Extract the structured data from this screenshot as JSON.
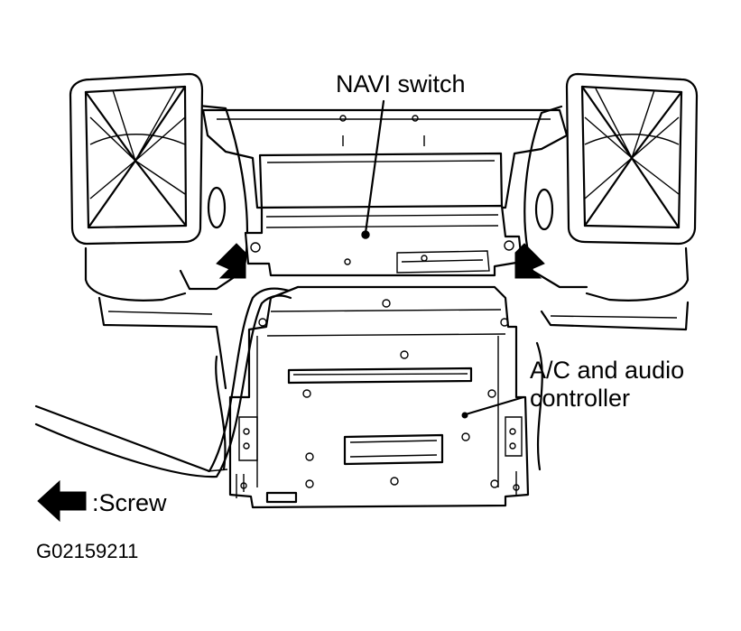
{
  "labels": {
    "navi_switch": "NAVI switch",
    "ac_audio_line1": "A/C and audio",
    "ac_audio_line2": "controller",
    "screw_legend": ":Screw",
    "figure_code": "G02159211"
  },
  "icons": {
    "screw_marker": "bold-arrow-icon"
  },
  "colors": {
    "ink": "#000000",
    "paper": "#ffffff"
  }
}
